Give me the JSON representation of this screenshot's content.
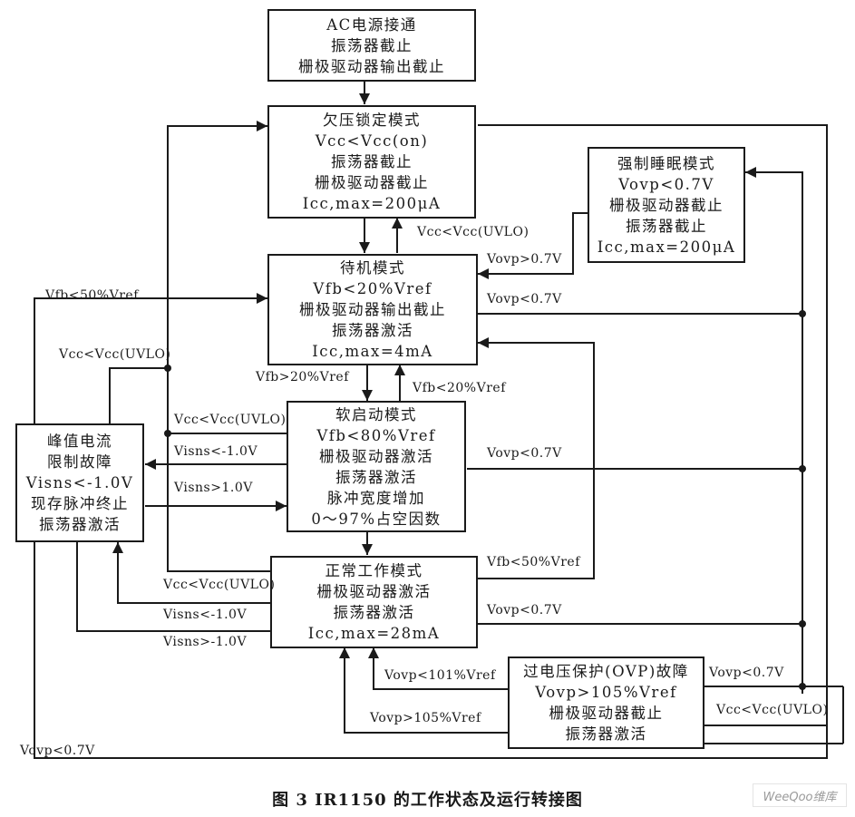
{
  "caption": "图 3  IR1150 的工作状态及运行转接图",
  "watermark": "WeeQoo维库",
  "states": {
    "ac_power": [
      "AC电源接通",
      "振荡器截止",
      "栅极驱动器输出截止"
    ],
    "uvlo_mode": [
      "欠压锁定模式",
      "Vcc<Vcc(on)",
      "振荡器截止",
      "栅极驱动器截止",
      "Icc,max=200μA"
    ],
    "sleep_mode": [
      "强制睡眠模式",
      "Vovp<0.7V",
      "栅极驱动器截止",
      "振荡器截止",
      "Icc,max=200μA"
    ],
    "standby_mode": [
      "待机模式",
      "Vfb<20%Vref",
      "栅极驱动器输出截止",
      "振荡器激活",
      "Icc,max=4mA"
    ],
    "soft_start_mode": [
      "软启动模式",
      "Vfb<80%Vref",
      "栅极驱动器激活",
      "振荡器激活",
      "脉冲宽度增加",
      "0～97%占空因数"
    ],
    "peak_current_fault": [
      "峰值电流",
      "限制故障",
      "Visns<-1.0V",
      "现存脉冲终止",
      "振荡器激活"
    ],
    "normal_mode": [
      "正常工作模式",
      "栅极驱动器激活",
      "振荡器激活",
      "Icc,max=28mA"
    ],
    "ovp_fault": [
      "过电压保护(OVP)故障",
      "Vovp>105%Vref",
      "栅极驱动器截止",
      "振荡器激活"
    ]
  },
  "transitions": {
    "uvlo_to_standby_vcc": "Vcc<Vcc(UVLO)",
    "sleep_to_standby": "Vovp>0.7V",
    "standby_vovp": "Vovp<0.7V",
    "left_vfb_50": "Vfb<50%Vref",
    "left_vcc_uvlo": "Vcc<Vcc(UVLO)",
    "standby_to_soft": "Vfb>20%Vref",
    "soft_to_standby": "Vfb<20%Vref",
    "soft_vcc_uvlo": "Vcc<Vcc(UVLO)",
    "soft_to_peak": "Visns<-1.0V",
    "peak_to_soft": "Visns>1.0V",
    "soft_vovp": "Vovp<0.7V",
    "normal_vfb_50": "Vfb<50%Vref",
    "normal_vovp": "Vovp<0.7V",
    "normal_vcc_uvlo": "Vcc<Vcc(UVLO)",
    "normal_to_peak": "Visns<-1.0V",
    "peak_to_normal": "Visns>-1.0V",
    "ovp_to_normal_101": "Vovp<101%Vref",
    "normal_to_ovp_105": "Vovp>105%Vref",
    "ovp_vovp": "Vovp<0.7V",
    "ovp_vcc_uvlo": "Vcc<Vcc(UVLO)",
    "bottom_vovp": "Vovp<0.7V"
  }
}
